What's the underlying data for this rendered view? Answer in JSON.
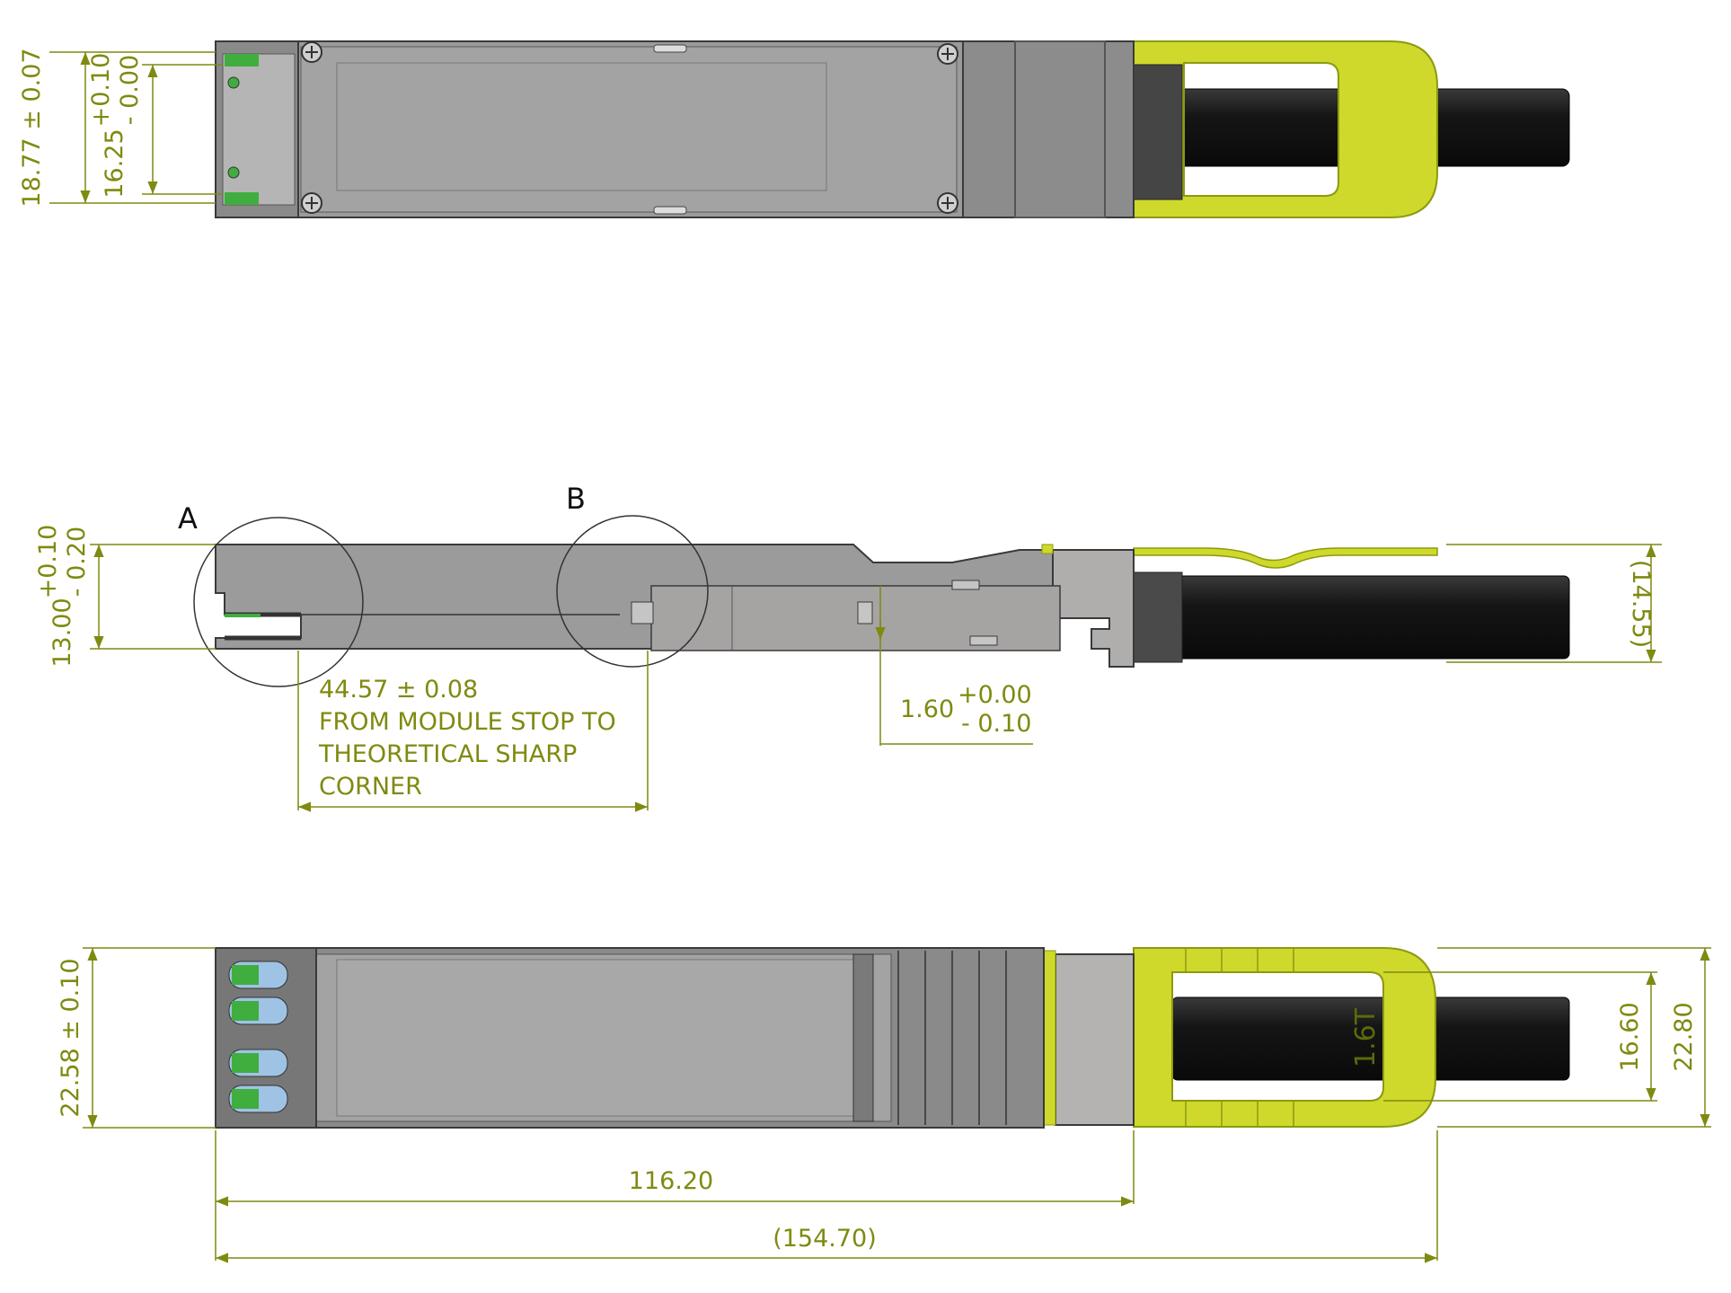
{
  "colors": {
    "dimension": "#7f8a10",
    "housing": "#9b9b9b",
    "housing_dark": "#6d6d6d",
    "outline": "#3a3a3a",
    "tab": "#cfd92c",
    "tab_edge": "#8c9a10",
    "cable": "#1a1a1a",
    "contact": "#3fae3f"
  },
  "top_view": {
    "dim_total_height": "18.77 ± 0.07",
    "dim_inner_height_base": "16.25",
    "dim_inner_height_plus": "+0.10",
    "dim_inner_height_minus": "- 0.00"
  },
  "side_view": {
    "detail_a": "A",
    "detail_b": "B",
    "dim_height_base": "13.00",
    "dim_height_plus": "+0.10",
    "dim_height_minus": "- 0.20",
    "dim_stop_value": "44.57 ± 0.08",
    "dim_stop_note_1": "FROM MODULE STOP TO",
    "dim_stop_note_2": "THEORETICAL SHARP",
    "dim_stop_note_3": "CORNER",
    "dim_step_base": "1.60",
    "dim_step_plus": "+0.00",
    "dim_step_minus": "- 0.10",
    "dim_overall_height": "(14.55)"
  },
  "bottom_view": {
    "dim_height": "22.58 ± 0.10",
    "dim_module_length": "116.20",
    "dim_overall_length": "(154.70)",
    "dim_tab_inner": "16.60",
    "dim_tab_outer": "22.80",
    "tab_marking": "1.6T"
  }
}
